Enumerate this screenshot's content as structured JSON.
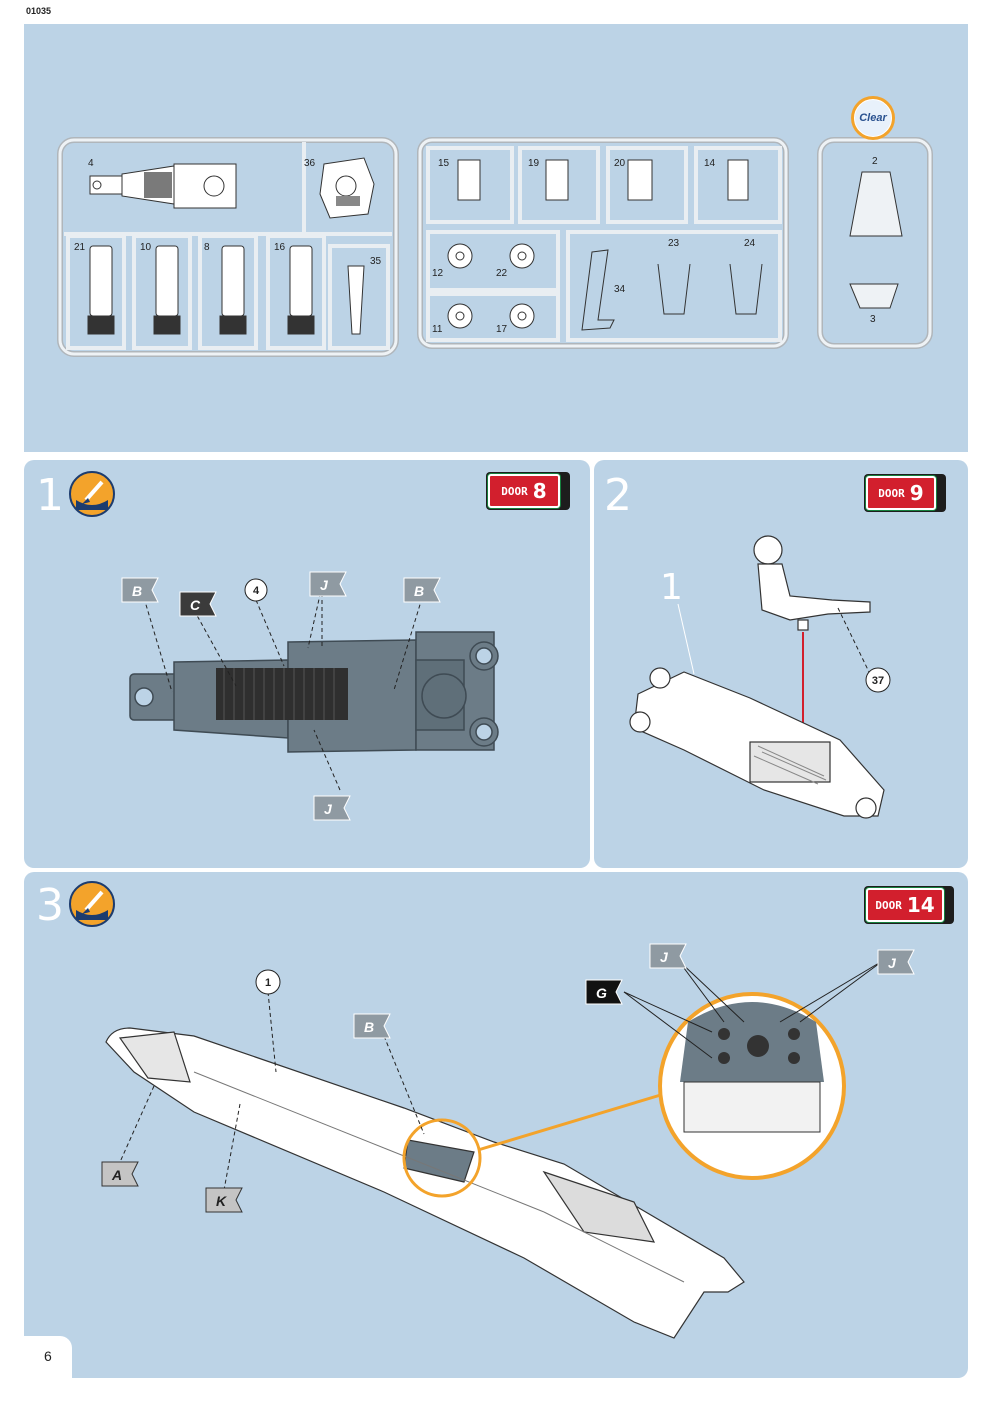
{
  "document_code": "01035",
  "page_number": "6",
  "colors": {
    "panel": "#bcd3e6",
    "door_red": "#d21f2d",
    "door_green": "#15803d",
    "part_grey": "#6c7c87",
    "highlight": "#f3a32b"
  },
  "parts_panel": {
    "clear_badge": "Clear",
    "frame1": {
      "top_parts": [
        "4",
        "36"
      ],
      "bottom_parts": [
        "21",
        "10",
        "8",
        "16",
        "35"
      ]
    },
    "frame2": {
      "top_parts": [
        "15",
        "19",
        "20",
        "14"
      ],
      "wheel_parts": [
        "12",
        "22",
        "11",
        "17"
      ],
      "strut_parts": [
        "34",
        "23",
        "24"
      ]
    },
    "clear_frame": {
      "parts": [
        "2",
        "3"
      ]
    }
  },
  "steps": [
    {
      "number": "1",
      "door_label": "DOOR",
      "door_number": "8",
      "part_callout": "4",
      "flags": [
        "B",
        "C",
        "J",
        "B",
        "J"
      ]
    },
    {
      "number": "2",
      "door_label": "DOOR",
      "door_number": "9",
      "part_label": "1",
      "part_callout": "37"
    },
    {
      "number": "3",
      "door_label": "DOOR",
      "door_number": "14",
      "part_callout": "1",
      "flags": [
        "B",
        "A",
        "K",
        "J",
        "J",
        "G"
      ]
    }
  ]
}
